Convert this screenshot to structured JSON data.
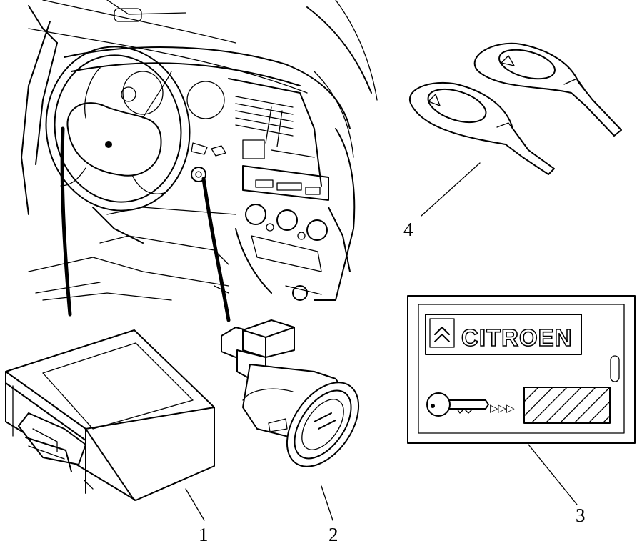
{
  "callouts": [
    {
      "id": "control-unit",
      "label": "1"
    },
    {
      "id": "ignition-switch",
      "label": "2"
    },
    {
      "id": "code-card",
      "label": "3"
    },
    {
      "id": "keys",
      "label": "4"
    }
  ],
  "card": {
    "brand_text": "CITROEN",
    "arrow_text": "▷▷▷"
  },
  "icons": [
    "citroen-chevron-logo-icon",
    "key-icon",
    "arrow-chevrons-icon"
  ],
  "colors": {
    "line": "#000000",
    "background": "#ffffff"
  }
}
